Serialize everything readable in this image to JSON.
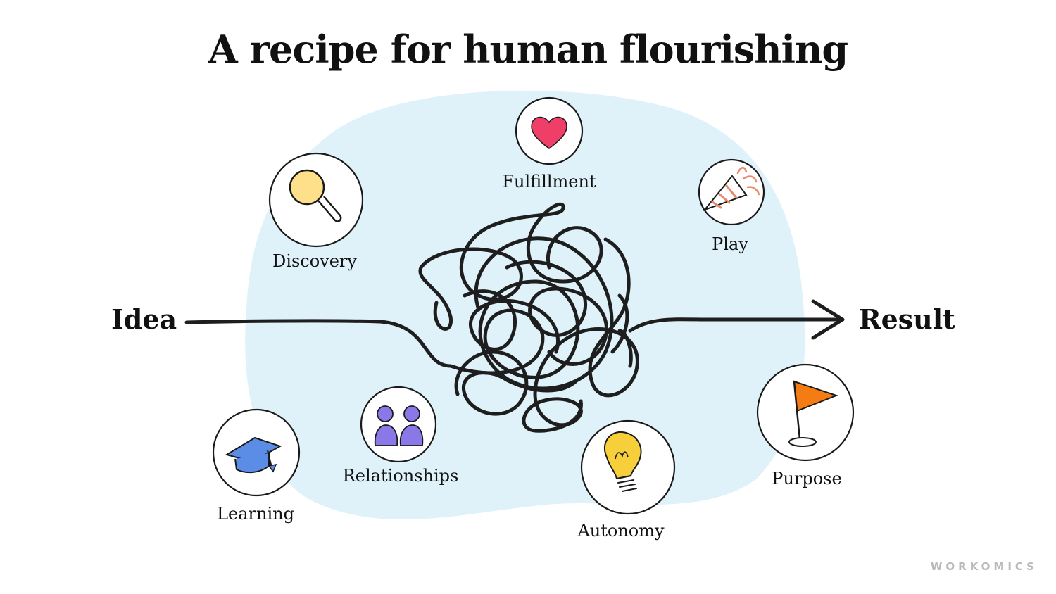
{
  "title": "A recipe for human flourishing",
  "endpoints": {
    "start": "Idea",
    "end": "Result"
  },
  "colors": {
    "blob": "#dff1f9",
    "line": "#1e1e1e",
    "heart": "#ef3e68",
    "magnifier": "#ffe08a",
    "cap": "#5c8de6",
    "people": "#8a78e8",
    "bulb": "#f7cf3a",
    "flag": "#f57c12",
    "party": "#e88a6a"
  },
  "values": [
    {
      "label": "Fulfillment",
      "icon": "heart-icon"
    },
    {
      "label": "Discovery",
      "icon": "magnifier-icon"
    },
    {
      "label": "Play",
      "icon": "party-popper-icon"
    },
    {
      "label": "Learning",
      "icon": "graduation-cap-icon"
    },
    {
      "label": "Relationships",
      "icon": "people-icon"
    },
    {
      "label": "Autonomy",
      "icon": "lightbulb-icon"
    },
    {
      "label": "Purpose",
      "icon": "flag-icon"
    }
  ],
  "brand": "WORKOMICS"
}
